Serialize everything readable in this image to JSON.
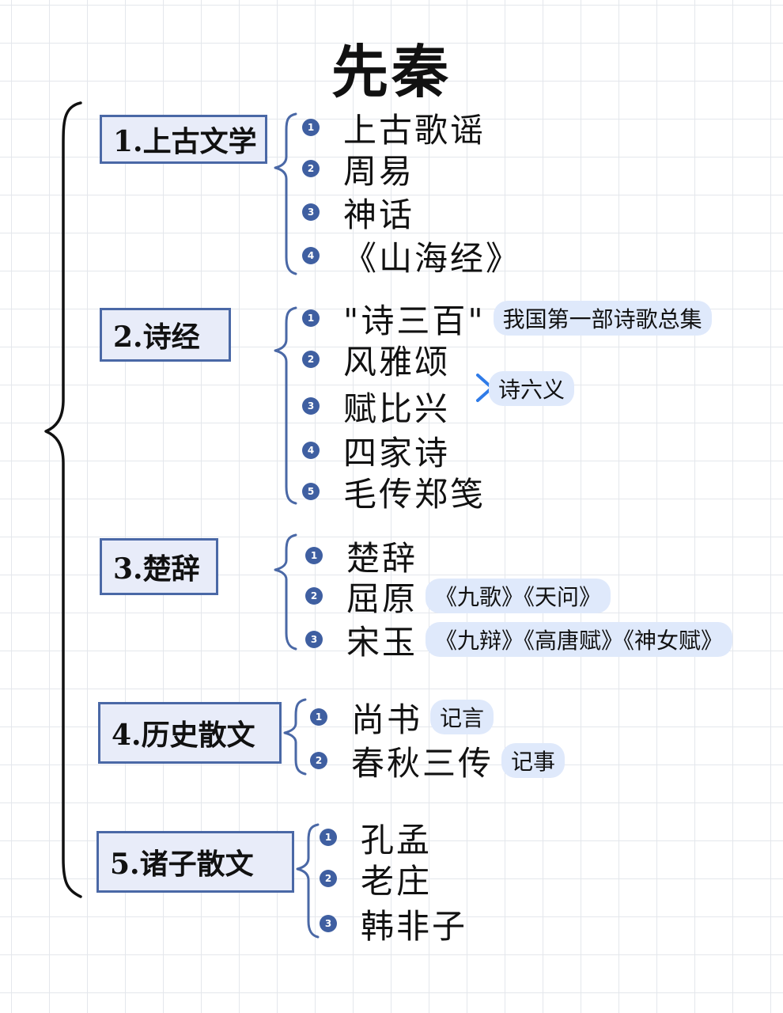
{
  "title": "先秦",
  "sections": [
    {
      "label": "1.上古文学",
      "items": [
        {
          "num": "1",
          "text": "上古歌谣"
        },
        {
          "num": "2",
          "text": "周易"
        },
        {
          "num": "3",
          "text": "神话"
        },
        {
          "num": "4",
          "text": "《山海经》"
        }
      ]
    },
    {
      "label": "2.诗经",
      "items": [
        {
          "num": "1",
          "text": "\"诗三百\"",
          "note": "我国第一部诗歌总集"
        },
        {
          "num": "2",
          "text": "风雅颂"
        },
        {
          "num": "3",
          "text": "赋比兴"
        },
        {
          "num": "4",
          "text": "四家诗"
        },
        {
          "num": "5",
          "text": "毛传郑笺"
        }
      ],
      "group_note": "诗六义"
    },
    {
      "label": "3.楚辞",
      "items": [
        {
          "num": "1",
          "text": "楚辞"
        },
        {
          "num": "2",
          "text": "屈原",
          "note": "《九歌》《天问》"
        },
        {
          "num": "3",
          "text": "宋玉",
          "note": "《九辩》《高唐赋》《神女赋》"
        }
      ]
    },
    {
      "label": "4.历史散文",
      "items": [
        {
          "num": "1",
          "text": "尚书",
          "note": "记言"
        },
        {
          "num": "2",
          "text": "春秋三传",
          "note": "记事"
        }
      ]
    },
    {
      "label": "5.诸子散文",
      "items": [
        {
          "num": "1",
          "text": "孔孟"
        },
        {
          "num": "2",
          "text": "老庄"
        },
        {
          "num": "3",
          "text": "韩非子"
        }
      ]
    }
  ],
  "colors": {
    "box_border": "#4a68a6",
    "box_fill": "#e8ecf9",
    "number_badge": "#3f5fa1",
    "note_highlight": "#dfe9fb",
    "chevron": "#2f7be8"
  }
}
